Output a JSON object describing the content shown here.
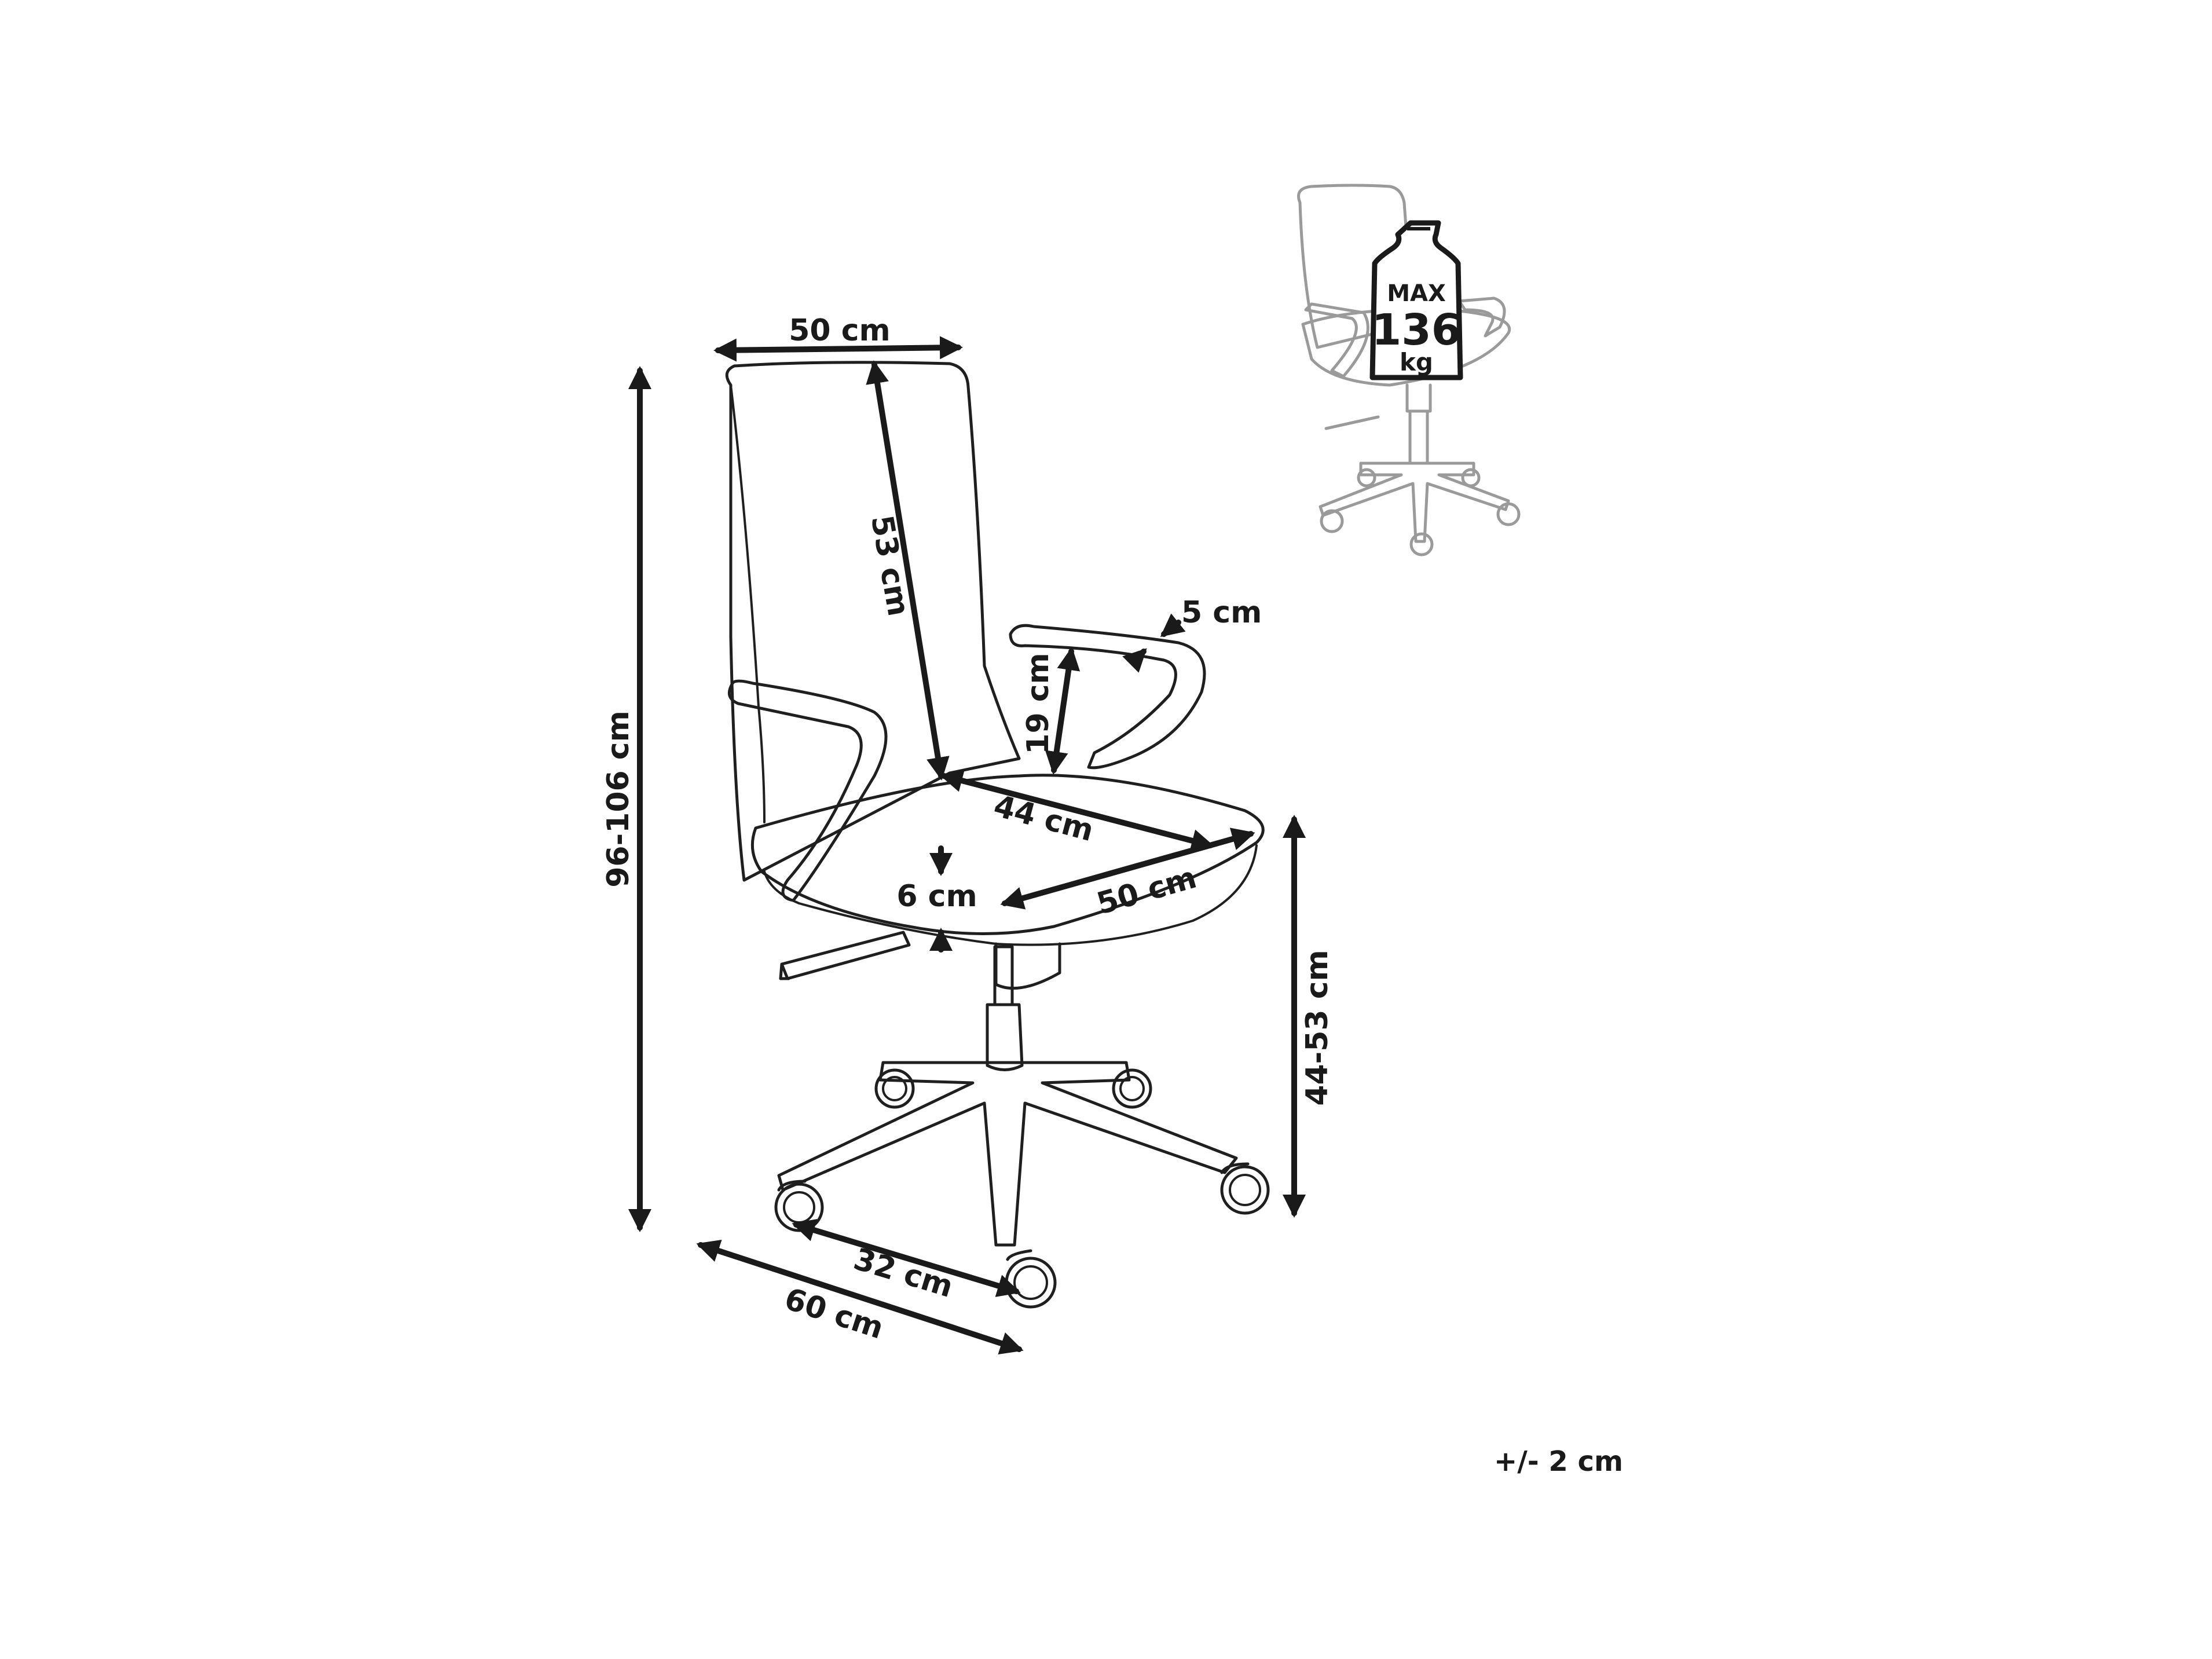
{
  "diagram": {
    "dimensions": {
      "overall_height": "96-106 cm",
      "backrest_width": "50 cm",
      "backrest_height": "53 cm",
      "armrest_width": "5 cm",
      "armrest_height": "19 cm",
      "seat_depth": "44 cm",
      "seat_width": "50 cm",
      "seat_thickness": "6 cm",
      "seat_height": "44-53 cm",
      "base_radius": "32 cm",
      "base_width": "60 cm"
    },
    "capacity": {
      "max_label": "MAX",
      "max_value": "136",
      "unit": "kg"
    },
    "tolerance": "+/- 2 cm"
  },
  "colors": {
    "ink": "#1a1a1a",
    "faint": "#9a9a9a",
    "background": "#ffffff"
  }
}
